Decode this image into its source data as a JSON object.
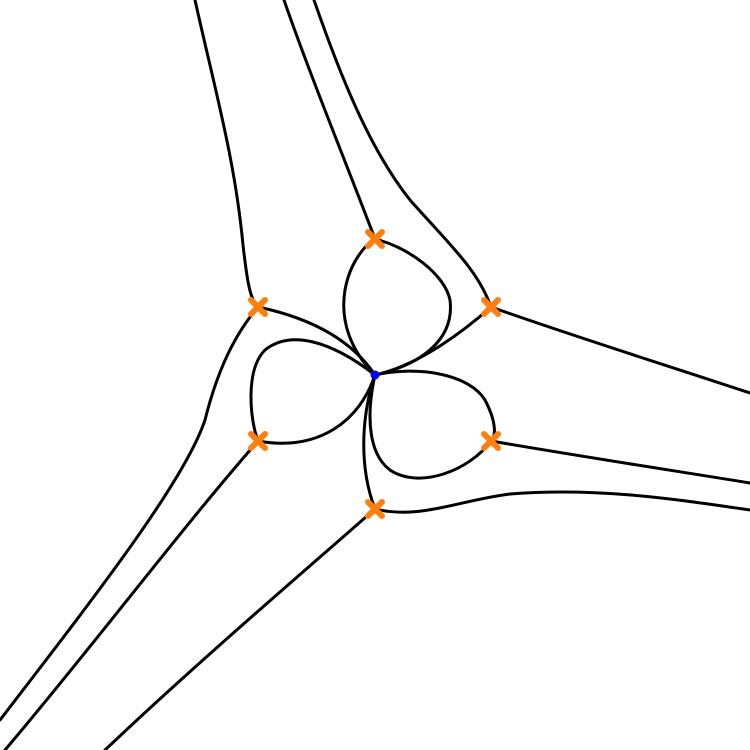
{
  "diagram": {
    "background": "#ffffff",
    "curve_color": "#000000",
    "marker_color": "#ff7f0e",
    "center_color": "#0000ff",
    "marker_count": 6,
    "center_count": 1,
    "curve_count": 12
  }
}
